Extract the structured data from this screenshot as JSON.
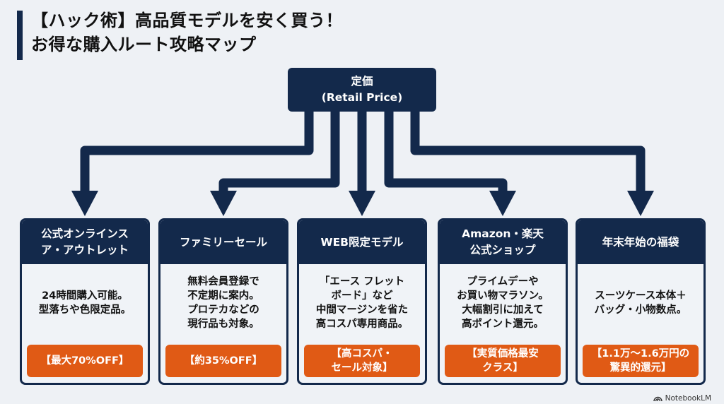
{
  "title": {
    "line1": "【ハック術】高品質モデルを安く買う！",
    "line2": "お得な購入ルート攻略マップ"
  },
  "root": {
    "label_ja": "定価",
    "label_en": "(Retail Price)"
  },
  "colors": {
    "navy": "#13294b",
    "orange": "#e05a15",
    "background": "#eef1f5"
  },
  "cards": [
    {
      "heading": [
        "公式オンラインス",
        "ア・アウトレット"
      ],
      "body": [
        "24時間購入可能。",
        "型落ちや色限定品。"
      ],
      "badge": [
        "【最大70%OFF】"
      ]
    },
    {
      "heading": [
        "ファミリーセール"
      ],
      "body": [
        "無料会員登録で",
        "不定期に案内。",
        "プロテカなどの",
        "現行品も対象。"
      ],
      "badge": [
        "【約35%OFF】"
      ]
    },
    {
      "heading": [
        "WEB限定モデル"
      ],
      "body": [
        "「エース フレット",
        "ボード」など",
        "中間マージンを省た",
        "高コスパ専用商品。"
      ],
      "badge": [
        "【高コスパ・",
        "セール対象】"
      ]
    },
    {
      "heading": [
        "Amazon・楽天",
        "公式ショップ"
      ],
      "body": [
        "プライムデーや",
        "お買い物マラソン。",
        "大幅割引に加えて",
        "高ポイント還元。"
      ],
      "badge": [
        "【実質価格最安",
        "クラス】"
      ]
    },
    {
      "heading": [
        "年末年始の福袋"
      ],
      "body": [
        "スーツケース本体＋",
        "バッグ・小物数点。"
      ],
      "badge": [
        "【1.1万〜1.6万円の",
        "驚異的還元】"
      ]
    }
  ],
  "footer": {
    "brand_icon": "notebooklm-logo-icon",
    "brand": "NotebookLM"
  }
}
